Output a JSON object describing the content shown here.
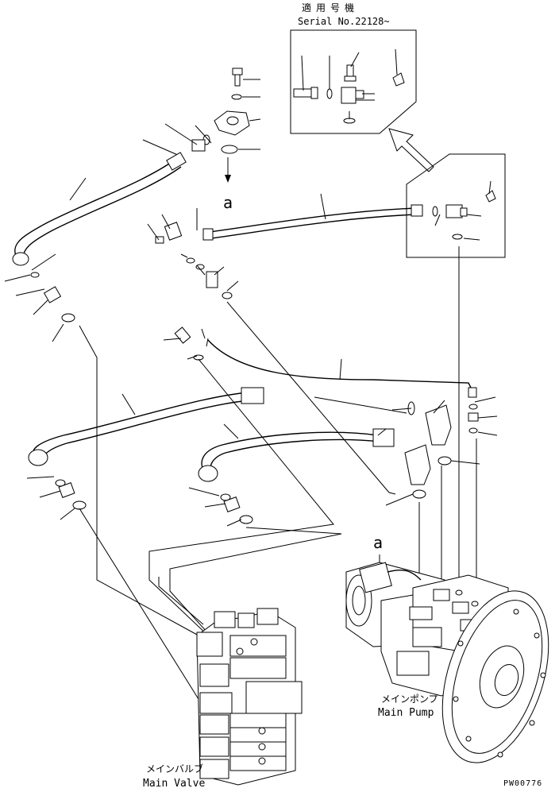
{
  "inset": {
    "title_jp": "適用号機",
    "serial": "Serial No.22128~"
  },
  "view_marker": "a",
  "pump": {
    "label_jp": "メインポンプ",
    "label_en": "Main Pump"
  },
  "valve": {
    "label_jp": "メインバルブ",
    "label_en": "Main Valve"
  },
  "drawing_code": "PW00776"
}
